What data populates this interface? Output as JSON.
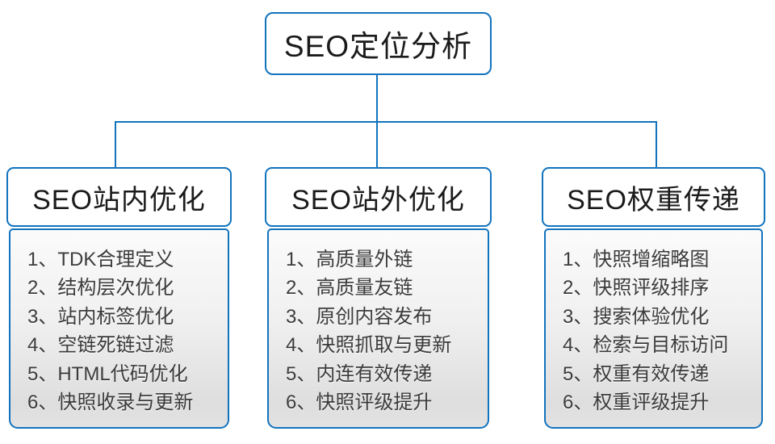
{
  "diagram_title": "SEO定位分析",
  "accent_color": "#1273bd",
  "root": {
    "title": "SEO定位分析"
  },
  "columns": [
    {
      "title": "SEO站内优化",
      "items": [
        "1、TDK合理定义",
        "2、结构层次优化",
        "3、站内标签优化",
        "4、空链死链过滤",
        "5、HTML代码优化",
        "6、快照收录与更新"
      ]
    },
    {
      "title": "SEO站外优化",
      "items": [
        "1、高质量外链",
        "2、高质量友链",
        "3、原创内容发布",
        "4、快照抓取与更新",
        "5、内连有效传递",
        "6、快照评级提升"
      ]
    },
    {
      "title": "SEO权重传递",
      "items": [
        "1、快照增缩略图",
        "2、快照评级排序",
        "3、搜索体验优化",
        "4、检索与目标访问",
        "5、权重有效传递",
        "6、权重评级提升"
      ]
    }
  ]
}
